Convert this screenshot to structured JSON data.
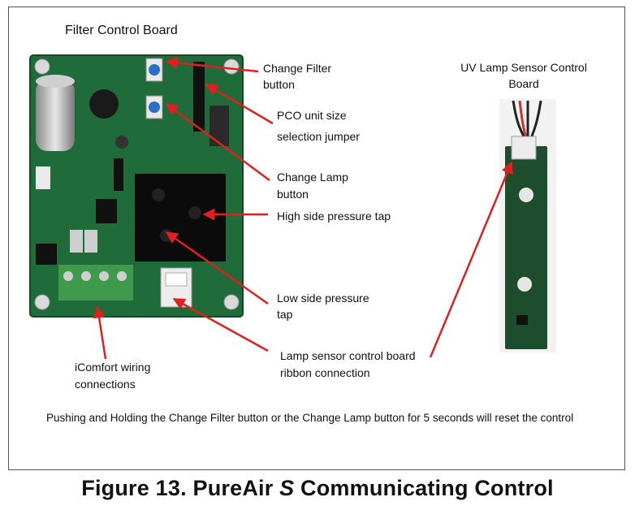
{
  "labels": {
    "filter_board_title": "Filter Control Board",
    "change_filter_1": "Change Filter",
    "change_filter_2": "button",
    "pco_1": "PCO unit size",
    "pco_2": "selection  jumper",
    "change_lamp_1": "Change Lamp",
    "change_lamp_2": "button",
    "high_side": "High side pressure tap",
    "low_side_1": "Low side pressure",
    "low_side_2": "tap",
    "lamp_sensor_1": "Lamp sensor control board",
    "lamp_sensor_2": "ribbon connection",
    "icomfort_1": "iComfort wiring",
    "icomfort_2": "connections",
    "uv_title_1": "UV Lamp Sensor Control",
    "uv_title_2": "Board",
    "note": "Pushing and Holding the Change Filter button or the Change Lamp button for 5 seconds will reset the control"
  },
  "caption": {
    "prefix": "Figure 13. PureAir ",
    "italic": "S",
    "suffix": " Communicating Control"
  },
  "colors": {
    "arrow": "#e02020",
    "board_green": "#1f6b3a",
    "terminal_green": "#3f9a4c",
    "button_blue": "#2b6fc4"
  }
}
